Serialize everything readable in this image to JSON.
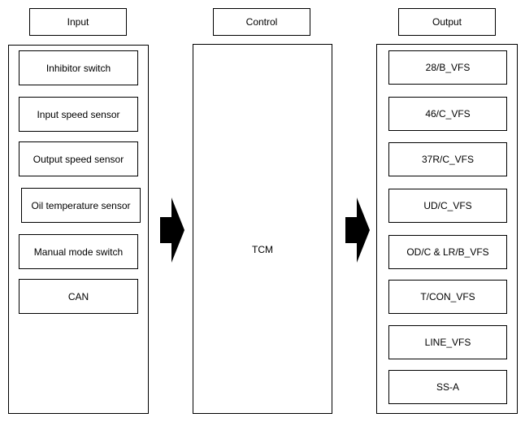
{
  "headers": {
    "input": "Input",
    "control": "Control",
    "output": "Output"
  },
  "inputs": [
    "Inhibitor switch",
    "Input speed sensor",
    "Output speed sensor",
    "Oil temperature sensor",
    "Manual mode switch",
    "CAN"
  ],
  "control": {
    "label": "TCM"
  },
  "outputs": [
    "28/B_VFS",
    "46/C_VFS",
    "37R/C_VFS",
    "UD/C_VFS",
    "OD/C & LR/B_VFS",
    "T/CON_VFS",
    "LINE_VFS",
    "SS-A"
  ]
}
